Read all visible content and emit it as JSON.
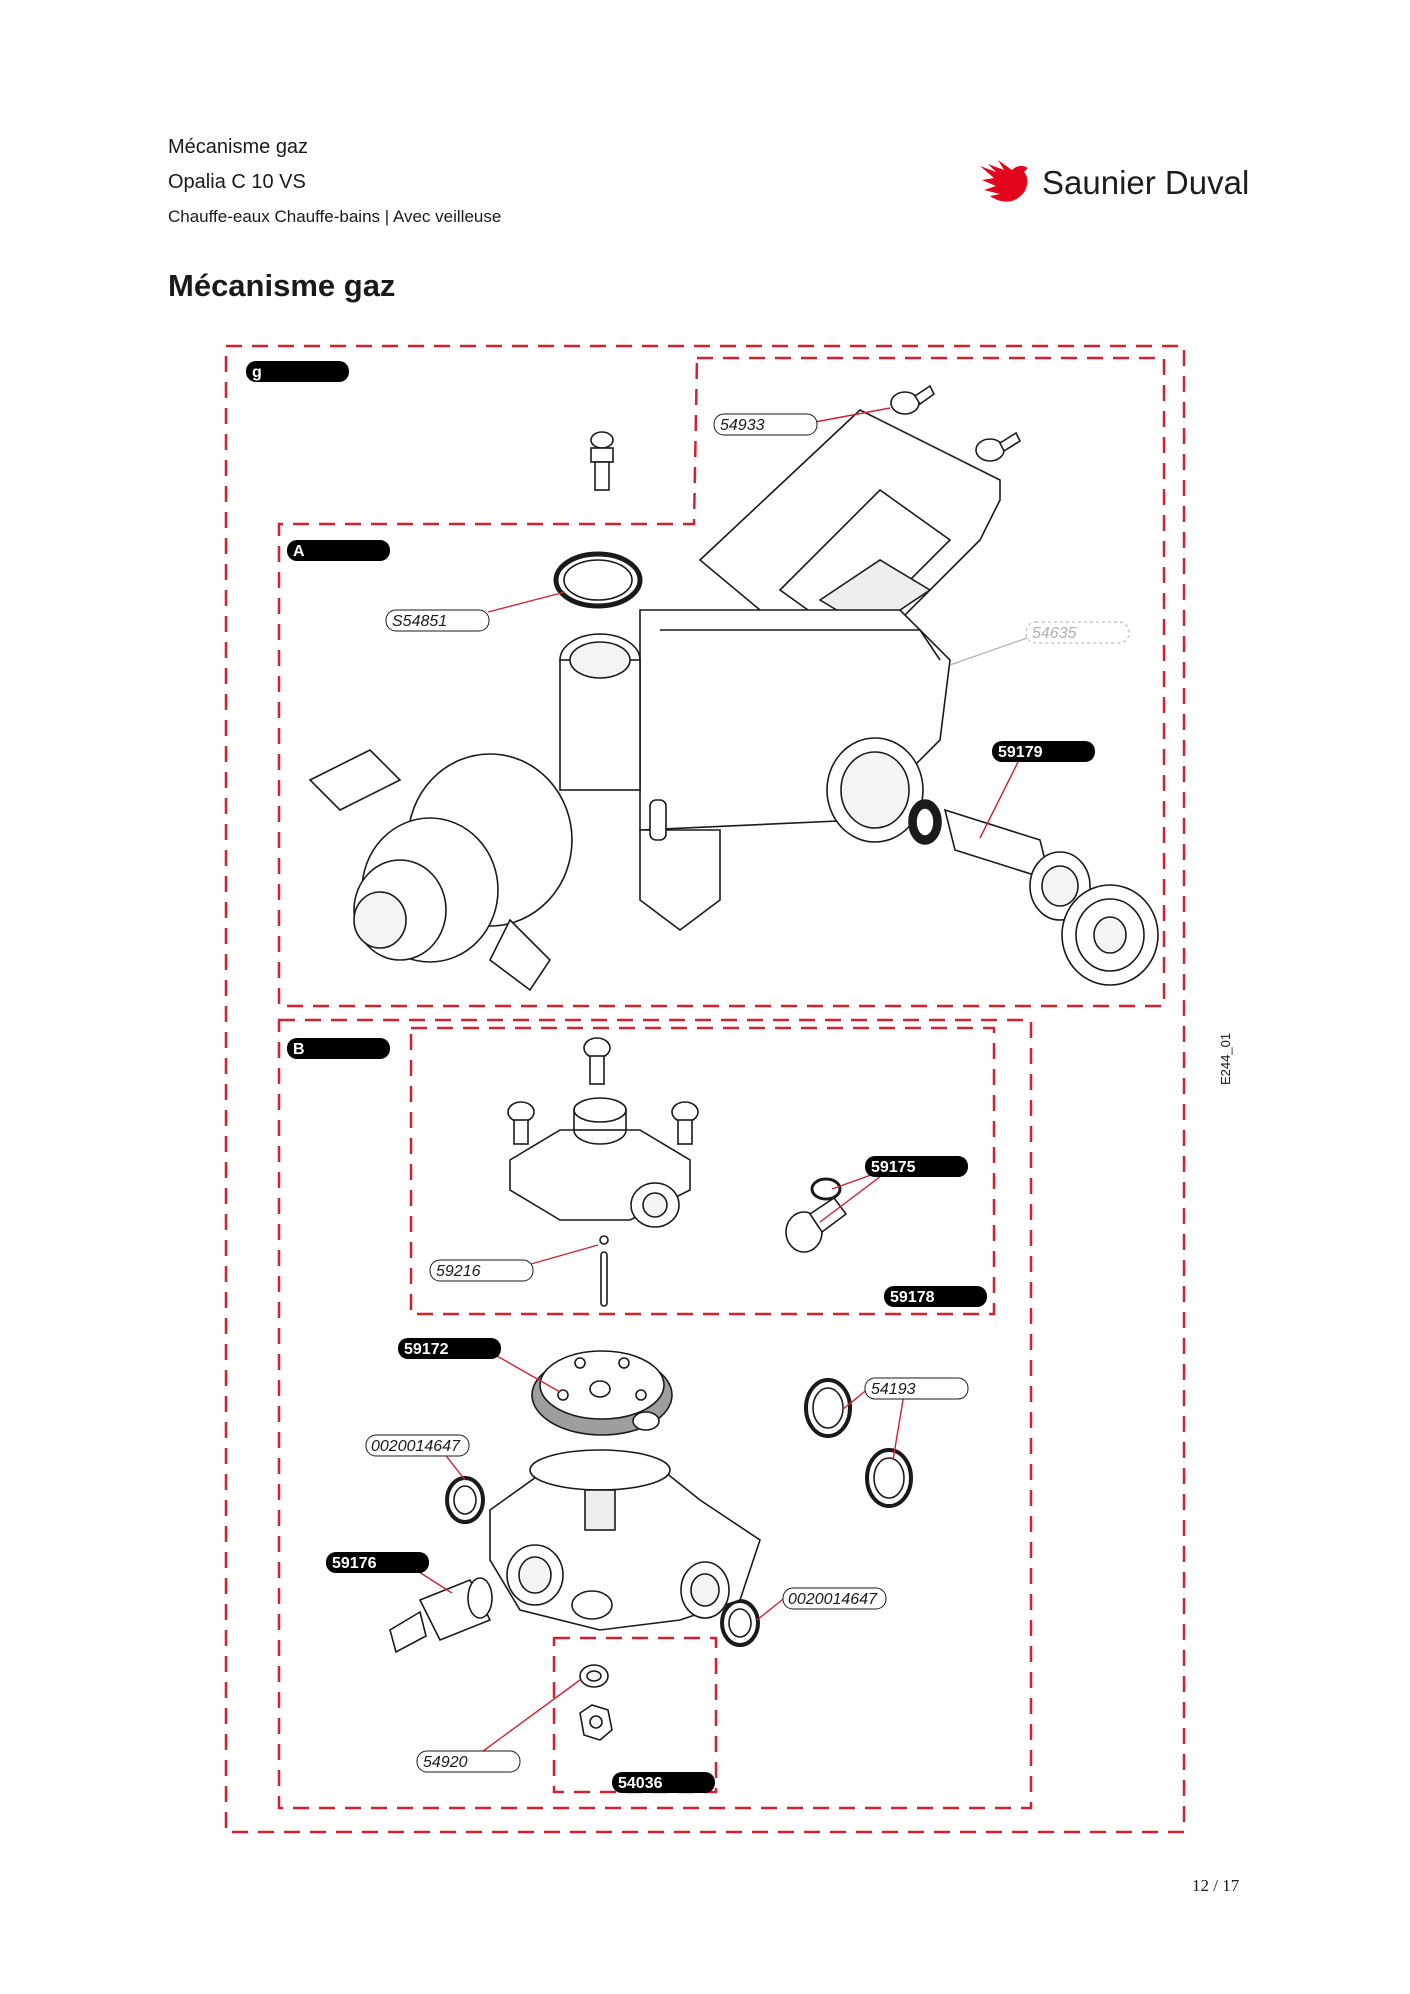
{
  "header": {
    "category": "Mécanisme gaz",
    "model": "Opalia C 10 VS",
    "subtitle": "Chauffe-eaux Chauffe-bains | Avec veilleuse"
  },
  "brand": {
    "name": "Saunier Duval",
    "color": "#e3051b"
  },
  "page_title": "Mécanisme gaz",
  "diagram_code": "E244_01",
  "page_number": "12 / 17",
  "groups": {
    "g": "g",
    "A": "A",
    "B": "B"
  },
  "parts": {
    "p54933": "54933",
    "pS54851": "S54851",
    "p54635": "54635",
    "p59179": "59179",
    "p59175": "59175",
    "p59216": "59216",
    "p59178": "59178",
    "p59172": "59172",
    "p54193": "54193",
    "p0020014647a": "0020014647",
    "p59176": "59176",
    "p0020014647b": "0020014647",
    "p54920": "54920",
    "p54036": "54036"
  },
  "colors": {
    "dashed_border": "#d4202f",
    "leader": "#d4202f",
    "label_fill": "#000000"
  }
}
